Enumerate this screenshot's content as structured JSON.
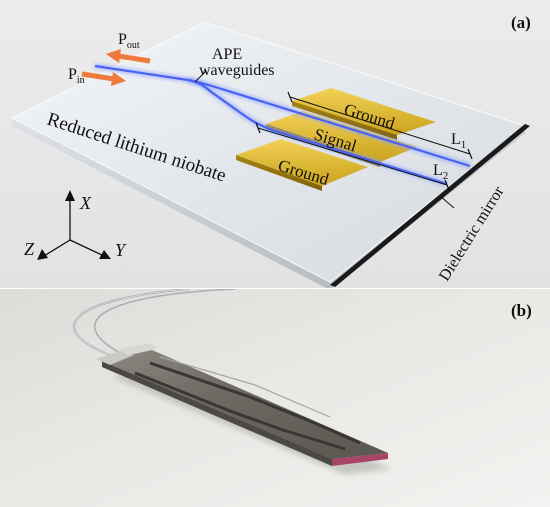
{
  "panel_a": {
    "label": "(a)",
    "p_out": {
      "main": "P",
      "sub": "out"
    },
    "p_in": {
      "main": "P",
      "sub": "in"
    },
    "ape_line1": "APE",
    "ape_line2": "waveguides",
    "ground_top": "Ground",
    "signal": "Signal",
    "ground_bottom": "Ground",
    "l1": {
      "main": "L",
      "sub": "1"
    },
    "l2": {
      "main": "L",
      "sub": "2"
    },
    "substrate": "Reduced lithium niobate",
    "mirror": "Dielectric mirror",
    "axis_x": "X",
    "axis_y": "Y",
    "axis_z": "Z"
  },
  "panel_b": {
    "label": "(b)"
  },
  "colors": {
    "waveguide": "#4a63f0",
    "electrode": "#e0b830",
    "arrow": "#ef7a3c",
    "mirror": "#1a1a1a"
  }
}
